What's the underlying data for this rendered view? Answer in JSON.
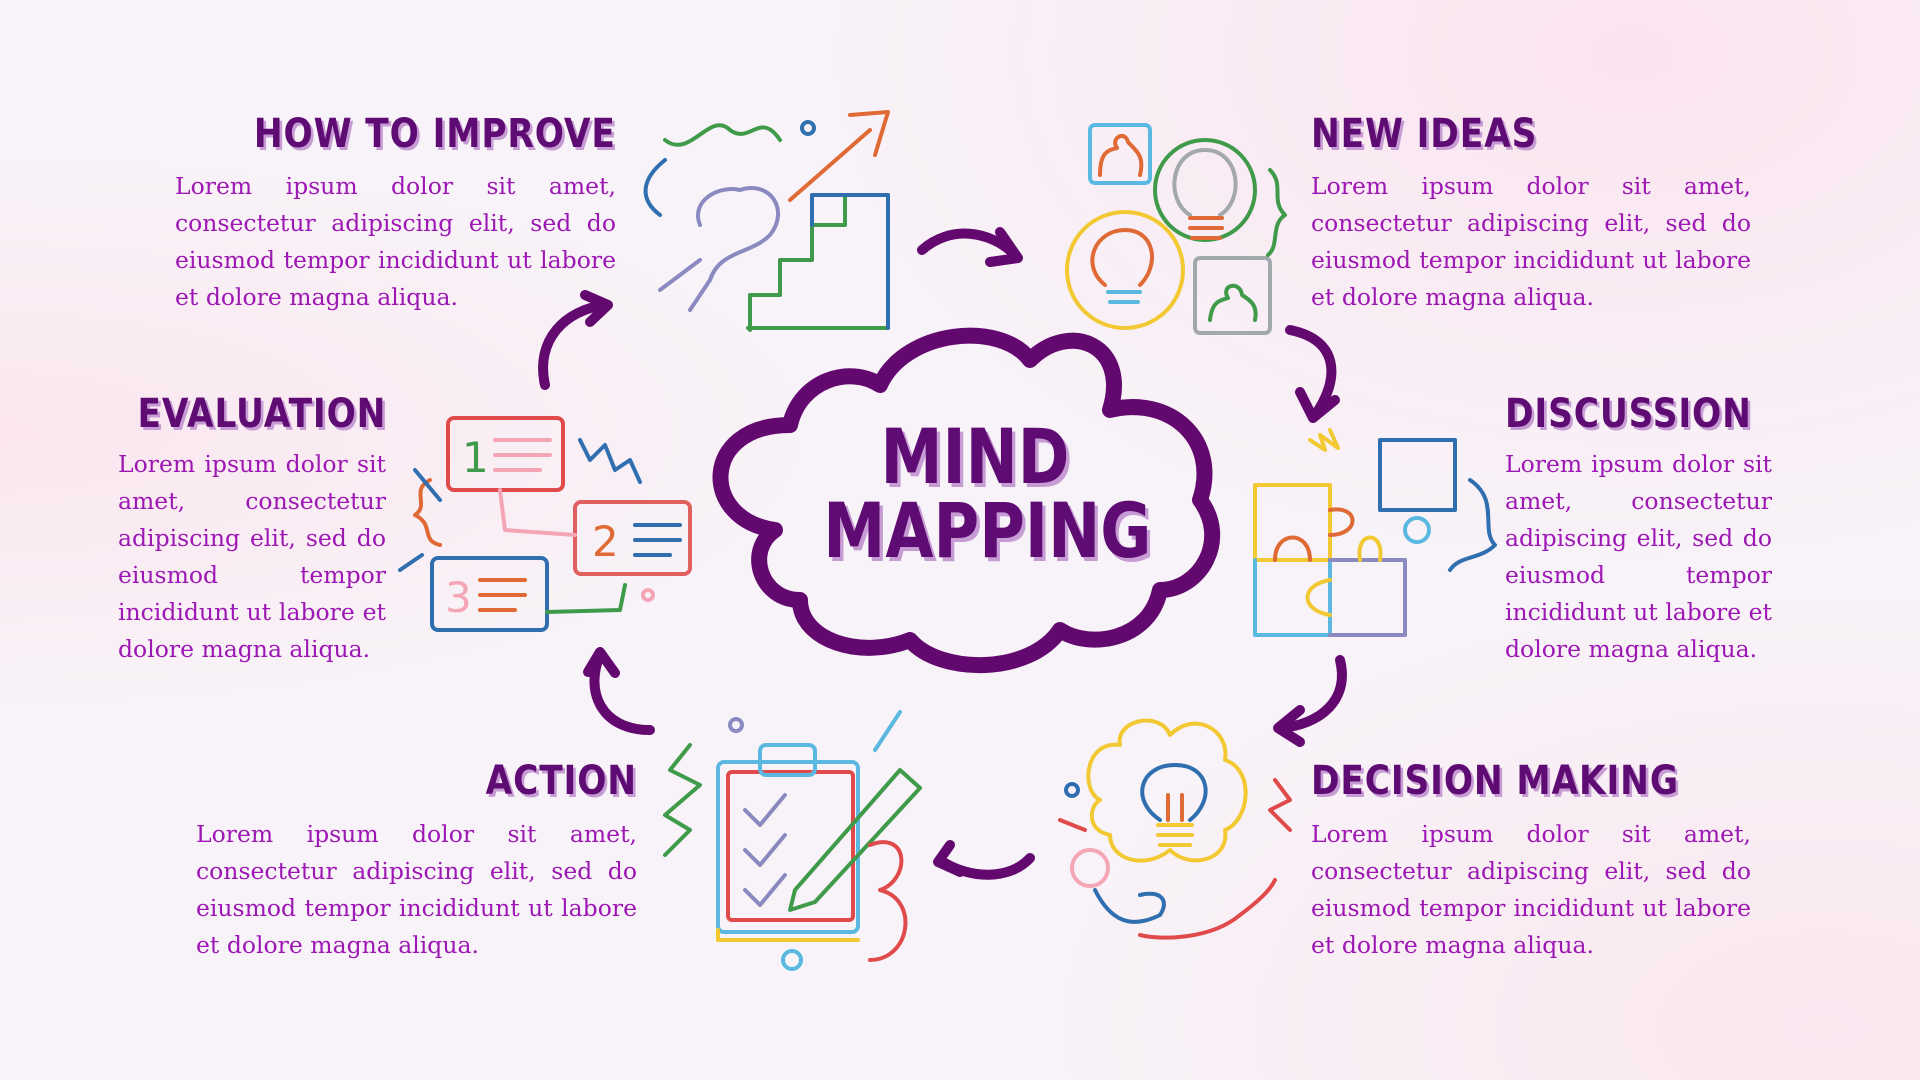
{
  "center": {
    "line1": "MIND",
    "line2": "MAPPING"
  },
  "colors": {
    "title": "#5e0b73",
    "body": "#9c17b3",
    "cloud": "#63086f"
  },
  "sections": [
    {
      "id": "how-to-improve",
      "title": "HOW TO IMPROVE",
      "text": "Lorem ipsum dolor sit amet, consectetur adipiscing elit, sed do eiusmod tempor incididunt ut labore et dolore magna aliqua.",
      "icon": "stairs-growth-icon"
    },
    {
      "id": "new-ideas",
      "title": "NEW IDEAS",
      "text": "Lorem ipsum dolor sit amet, consectetur adipiscing elit, sed do eiusmod tempor incididunt ut labore et dolore magna aliqua.",
      "icon": "lightbulb-people-icon"
    },
    {
      "id": "discussion",
      "title": "DISCUSSION",
      "text": "Lorem ipsum dolor sit amet, consectetur adipiscing elit, sed do eiusmod tempor incididunt ut labore et dolore magna aliqua.",
      "icon": "puzzle-icon"
    },
    {
      "id": "decision-making",
      "title": "DECISION MAKING",
      "text": "Lorem ipsum dolor sit amet, consectetur adipiscing elit, sed do eiusmod tempor incididunt ut labore et dolore magna aliqua.",
      "icon": "lightbulb-hand-icon"
    },
    {
      "id": "action",
      "title": "ACTION",
      "text": "Lorem ipsum dolor sit amet, consectetur adipiscing elit, sed do eiusmod tempor incididunt ut labore et dolore magna aliqua.",
      "icon": "checklist-pencil-icon"
    },
    {
      "id": "evaluation",
      "title": "EVALUATION",
      "text": "Lorem ipsum dolor sit amet, consectetur adipiscing elit, sed do eiusmod tempor incididunt ut labore et dolore magna aliqua.",
      "icon": "numbered-list-icon"
    }
  ],
  "list_numbers": [
    "1",
    "2",
    "3"
  ]
}
